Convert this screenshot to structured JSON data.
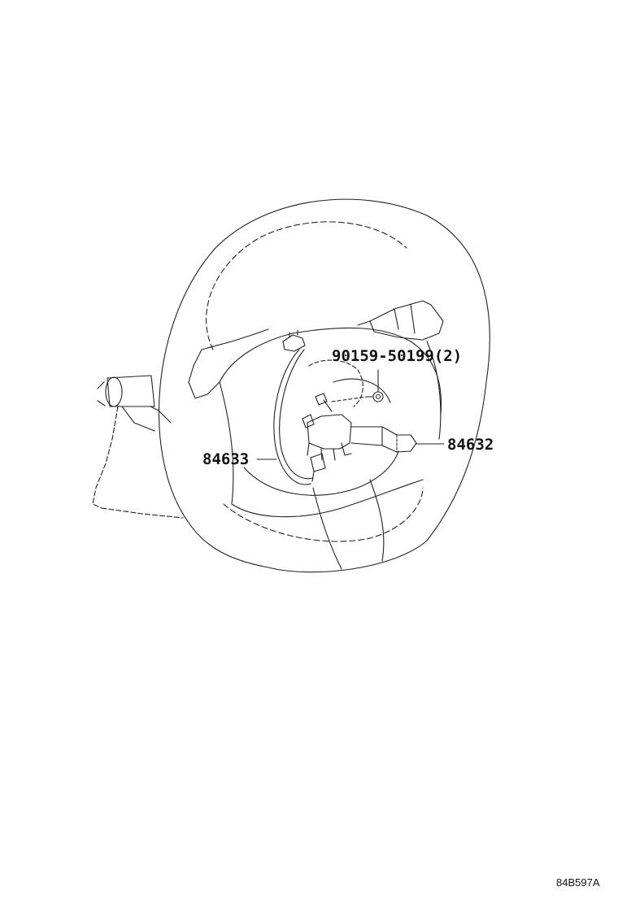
{
  "callouts": {
    "bolt": "90159-50199(2)",
    "wire_harness": "84633",
    "switch": "84632"
  },
  "figure_code": "84B597A",
  "colors": {
    "line": "#222222",
    "background": "#ffffff"
  }
}
